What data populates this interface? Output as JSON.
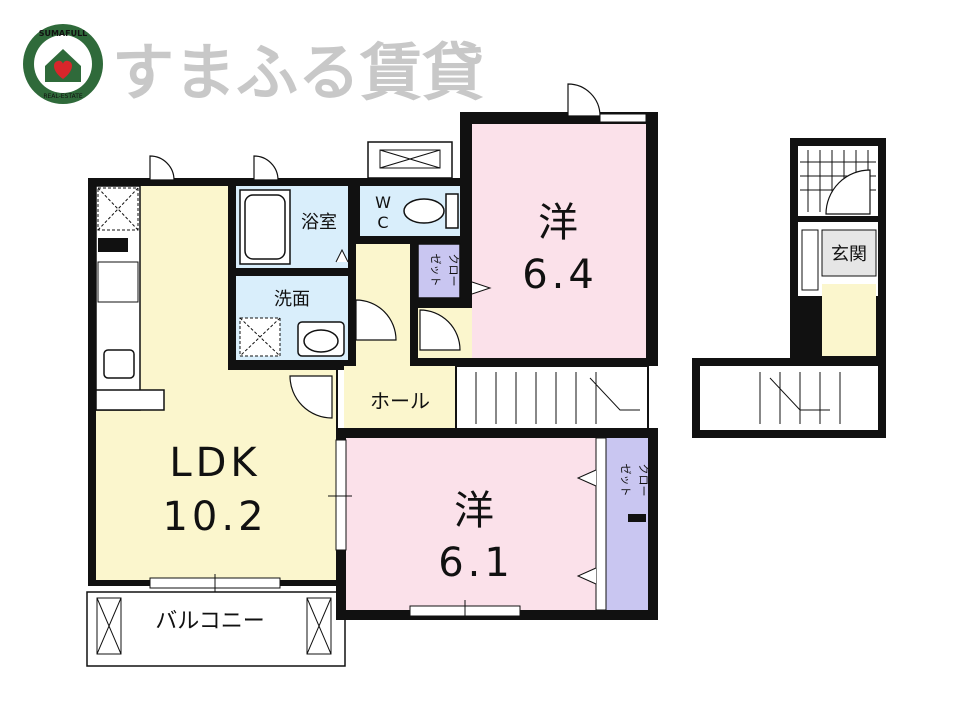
{
  "brand": {
    "name": "すまふる賃貸",
    "logo_top_text": "SUMAFULL",
    "logo_bottom_text": "REAL-ESTATE",
    "colors": {
      "green": "#2f6a3a",
      "red": "#d9262b",
      "name_gray": "#c8c8c8"
    }
  },
  "rooms": {
    "ldk": {
      "name": "LDK",
      "size": "10.2"
    },
    "western1": {
      "name": "洋",
      "size": "6.4"
    },
    "western2": {
      "name": "洋",
      "size": "6.1"
    },
    "bath": {
      "name": "浴室"
    },
    "washroom": {
      "name": "洗面"
    },
    "wc": {
      "line1": "W",
      "line2": "C"
    },
    "hall": {
      "name": "ホール"
    },
    "balcony": {
      "name": "バルコニー"
    },
    "entrance": {
      "name": "玄関"
    },
    "closet1": {
      "line1": "クロー",
      "line2": "ゼット"
    },
    "closet2": {
      "line1": "クロー",
      "line2": "ゼット"
    }
  },
  "colors": {
    "ldk": "#fbf6cd",
    "western": "#fbe1ea",
    "water": "#d9eefb",
    "closet": "#c9c6f1",
    "hall": "#fbf6cd",
    "wall": "#111111"
  }
}
